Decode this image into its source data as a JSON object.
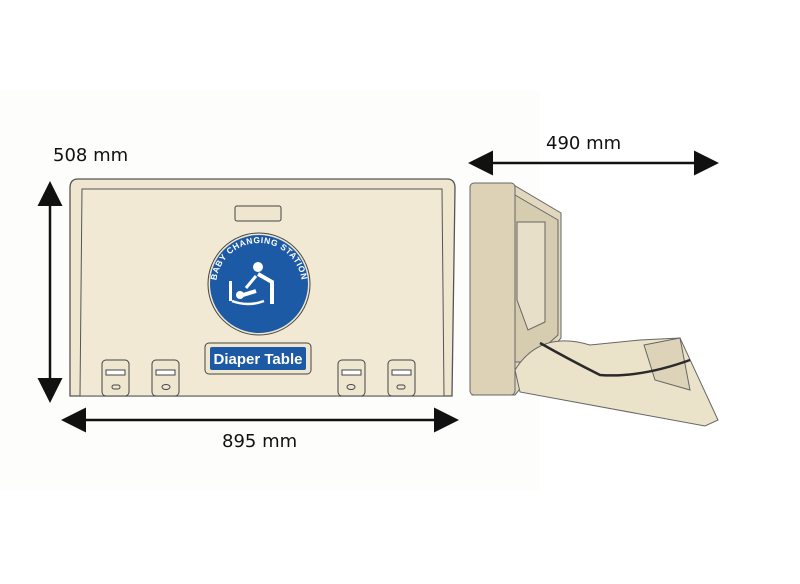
{
  "dimensions": {
    "height": "508 mm",
    "width": "895 mm",
    "depth": "490 mm"
  },
  "sign": {
    "circle_text": "BABY CHANGING STATION",
    "label": "Diaper Table"
  },
  "colors": {
    "body": "#efe6cf",
    "sign_blue": "#1d5aa6",
    "outline": "#3a3a3a"
  }
}
